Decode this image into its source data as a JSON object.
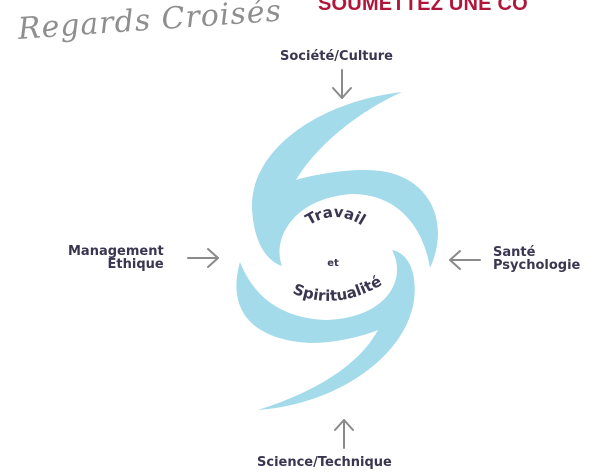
{
  "banner": {
    "text": "SOUMETTEZ UNE CO"
  },
  "logo": {
    "text": "Regards Croisés"
  },
  "diagram": {
    "center": {
      "line1": "Travail",
      "line2": "et",
      "line3": "Spiritualité"
    },
    "top": "Société/Culture",
    "bottom": "Science/Technique",
    "left": {
      "line1": "Management",
      "line2": "Ethique"
    },
    "right": {
      "line1": "Santé",
      "line2": "Psychologie"
    }
  },
  "colors": {
    "swirl": "#a3dbea",
    "label": "#3a3650",
    "arrow": "#8a8a8a",
    "banner": "#b0163a"
  }
}
